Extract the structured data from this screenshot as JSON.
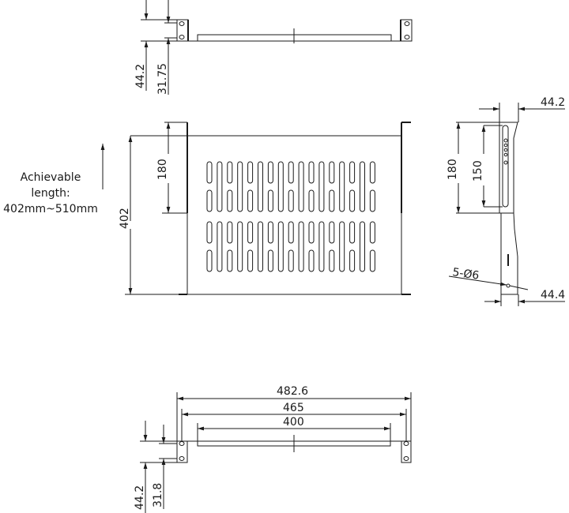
{
  "drawing": {
    "colors": {
      "line": "#1a1a1a",
      "background": "#ffffff"
    },
    "top_view": {
      "dim_total_height": "44.2",
      "dim_hole_spacing": "31.75"
    },
    "front_view": {
      "dim_depth": "402",
      "dim_bracket_depth": "180",
      "note_line1": "Achievable length:",
      "note_line2": "402mm~510mm",
      "vent_slots": {
        "columns": 17,
        "blocks": 2
      }
    },
    "side_view": {
      "dim_top_width": "44.2",
      "dim_bracket_height": "180",
      "dim_slot_length": "150",
      "dim_holes": "5-Ø6",
      "dim_bottom_width": "44.4"
    },
    "bottom_view": {
      "dim_overall_width": "482.6",
      "dim_mount_hole_spacing": "465",
      "dim_tray_width": "400",
      "dim_total_height": "44.2",
      "dim_hole_spacing": "31.8"
    }
  }
}
